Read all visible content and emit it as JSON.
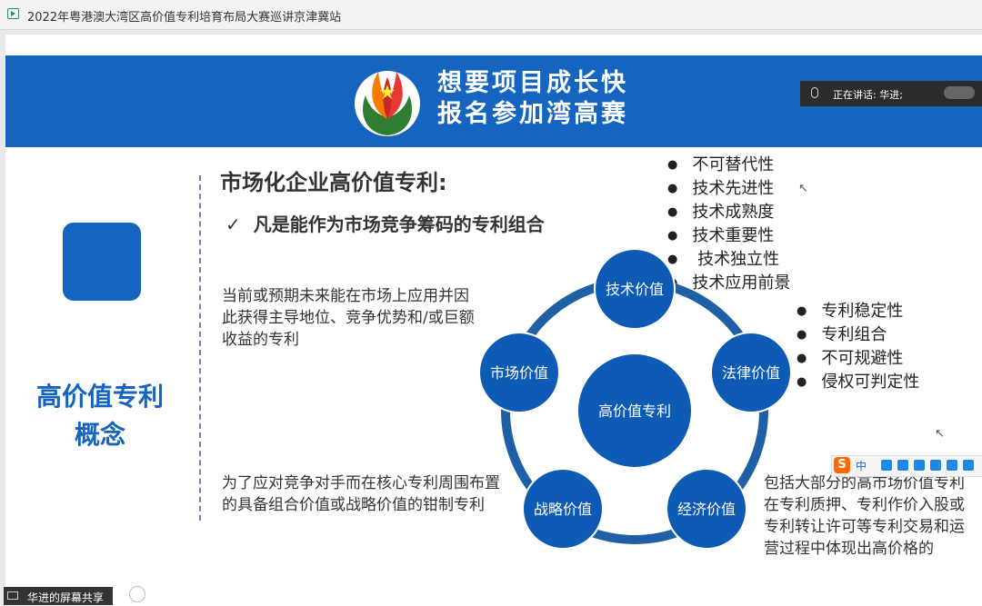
{
  "window": {
    "title": "2022年粤港澳大湾区高价值专利培育布局大赛巡讲京津冀站"
  },
  "banner": {
    "line1": "想要项目成长快",
    "line2": "报名参加湾高赛"
  },
  "speaking": {
    "label": "正在讲话: 华进;"
  },
  "slide": {
    "left_title_line1": "高价值专利",
    "left_title_line2": "概念",
    "heading": "市场化企业高价值专利:",
    "check_mark": "✓",
    "check_text": "凡是能作为市场竞争筹码的专利组合",
    "para1": "当前或预期未来能在市场上应用并因此获得主导地位、竞争优势和/或巨额收益的专利",
    "para2": "为了应对竞争对手而在核心专利周围布置的具备组合价值或战略价值的钳制专利",
    "para3": "包括大部分的高市场价值专利在专利质押、专利作价入股或专利转让许可等专利交易和运营过程中体现出高价格的",
    "tech_bullets": [
      "不可替代性",
      "技术先进性",
      "技术成熟度",
      "技术重要性",
      " 技术独立性",
      "技术应用前景"
    ],
    "legal_bullets": [
      "专利稳定性",
      "专利组合",
      "不可规避性",
      "侵权可判定性"
    ]
  },
  "diagram": {
    "center": "高价值专利",
    "nodes": [
      "技术价值",
      "法律价值",
      "经济价值",
      "战略价值",
      "市场价值"
    ]
  },
  "ime": {
    "logo": "S",
    "mode": "中"
  },
  "share": {
    "label": "华进的屏幕共享"
  },
  "colors": {
    "primary": "#1565c0",
    "node": "#0d5bb5",
    "ring": "#1f5fa6"
  },
  "icons": [
    "play-icon",
    "mic-icon",
    "cursor-icon",
    "screen-share-icon"
  ]
}
